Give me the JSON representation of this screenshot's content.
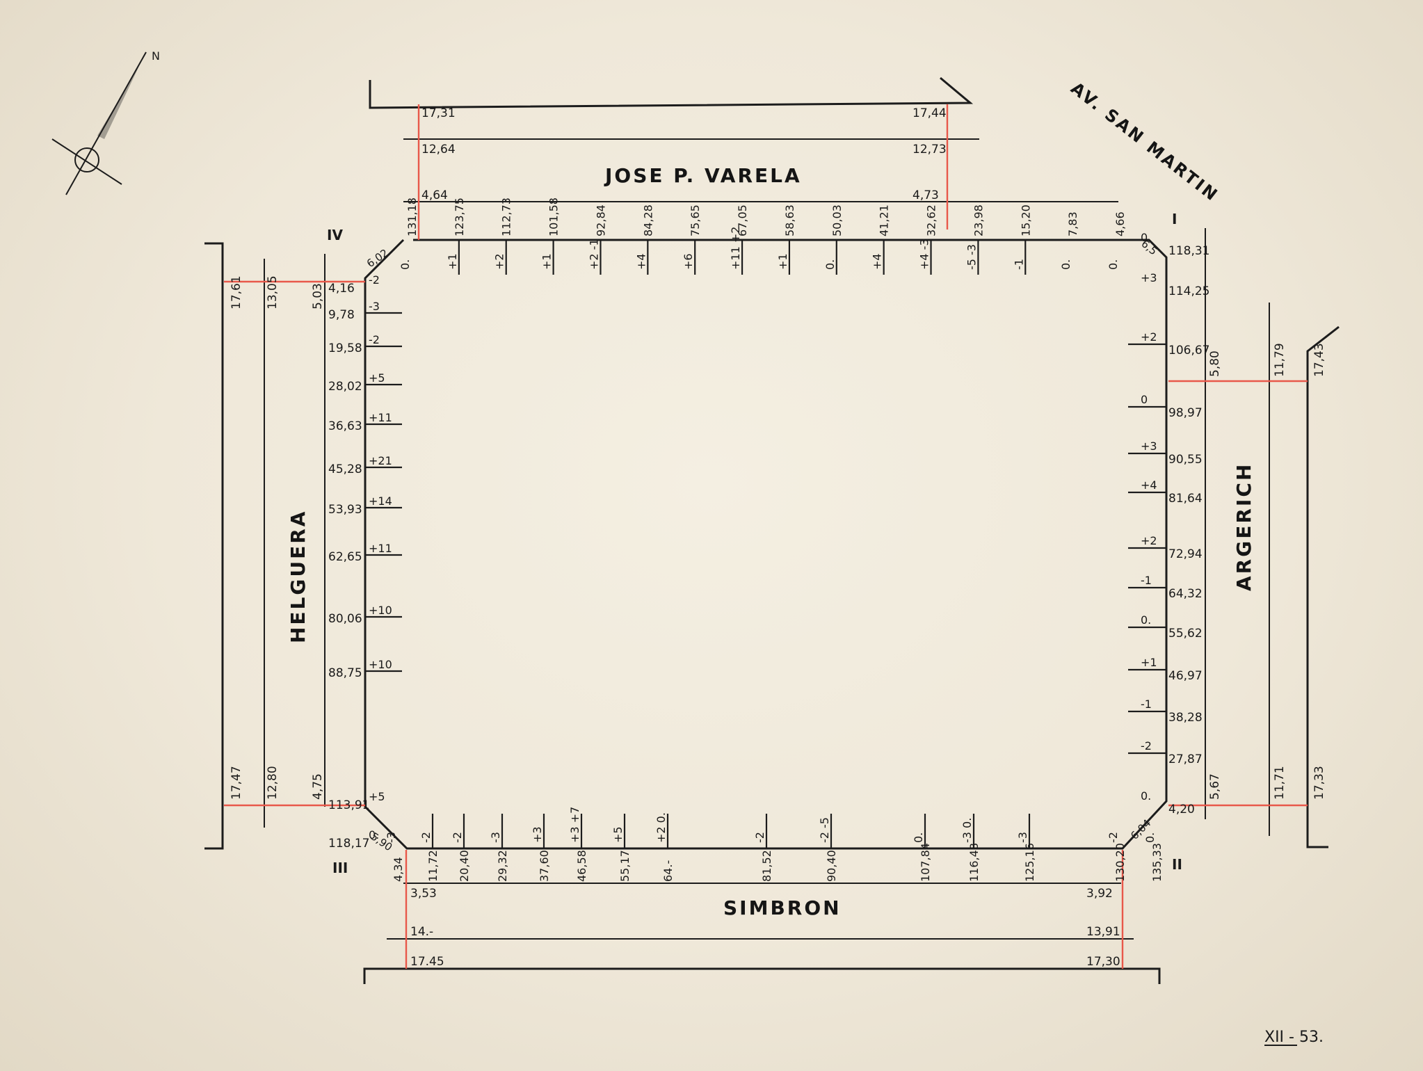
{
  "streets": {
    "top": "JOSE P. VARELA",
    "left": "HELGUERA",
    "right": "ARGERICH",
    "bottom": "SIMBRON",
    "diagonal": "AV. SAN MARTIN"
  },
  "corner_labels": {
    "i": "I",
    "ii": "II",
    "iii": "III",
    "iv": "IV"
  },
  "compass": {
    "north_label": "N"
  },
  "reference": "XII - 53.",
  "top_offsets": [
    {
      "left": "17,31",
      "right": "17,44"
    },
    {
      "left": "12,64",
      "right": "12,73"
    },
    {
      "left": "4,64",
      "right": "4,73"
    }
  ],
  "bottom_offsets": [
    {
      "left": "3,53",
      "right": "3,92"
    },
    {
      "left": "14.-",
      "right": "13,91"
    },
    {
      "left": "17.45",
      "right": "17,30"
    }
  ],
  "left_offsets": [
    {
      "top": "17,61",
      "bottom": "17,47"
    },
    {
      "top": "13,05",
      "bottom": "12,80"
    },
    {
      "top": "5,03",
      "bottom": "4,75"
    }
  ],
  "right_offsets": [
    {
      "top": "5,80",
      "bottom": "5,67"
    },
    {
      "top": "11,79",
      "bottom": "11,71"
    },
    {
      "top": "17,43",
      "bottom": "17,33"
    }
  ],
  "top_stations": [
    {
      "dist": "131,18",
      "h": "0."
    },
    {
      "dist": "123,75",
      "h": "+1"
    },
    {
      "dist": "112,73",
      "h": "+2"
    },
    {
      "dist": "101,58",
      "h": "+1"
    },
    {
      "dist": "92,84",
      "h": "+2 -1"
    },
    {
      "dist": "84,28",
      "h": "+4"
    },
    {
      "dist": "75,65",
      "h": "+6"
    },
    {
      "dist": "67,05",
      "h": "+11 +2"
    },
    {
      "dist": "58,63",
      "h": "+1"
    },
    {
      "dist": "50,03",
      "h": "0."
    },
    {
      "dist": "41,21",
      "h": "+4"
    },
    {
      "dist": "32,62",
      "h": "+4 -3"
    },
    {
      "dist": "23,98",
      "h": "-5 -3"
    },
    {
      "dist": "15,20",
      "h": "-1"
    },
    {
      "dist": "7,83",
      "h": "0."
    },
    {
      "dist": "4,66",
      "h": "0."
    }
  ],
  "left_stations": [
    {
      "dist": "4,16",
      "h": "-2"
    },
    {
      "dist": "9,78",
      "h": "-3"
    },
    {
      "dist": "19,58",
      "h": "-2"
    },
    {
      "dist": "28,02",
      "h": "+5"
    },
    {
      "dist": "36,63",
      "h": "+11"
    },
    {
      "dist": "45,28",
      "h": "+21"
    },
    {
      "dist": "53,93",
      "h": "+14"
    },
    {
      "dist": "62,65",
      "h": "+11"
    },
    {
      "dist": "80,06",
      "h": "+10"
    },
    {
      "dist": "88,75",
      "h": "+10"
    },
    {
      "dist": "113,91",
      "h": "+5"
    },
    {
      "dist": "118,17",
      "h": "0."
    }
  ],
  "right_stations": [
    {
      "dist": "118,31",
      "h": "0."
    },
    {
      "dist": "114,25",
      "h": "+3"
    },
    {
      "dist": "106,67",
      "h": "+2"
    },
    {
      "dist": "98,97",
      "h": "0"
    },
    {
      "dist": "90,55",
      "h": "+3"
    },
    {
      "dist": "81,64",
      "h": "+4"
    },
    {
      "dist": "72,94",
      "h": "+2"
    },
    {
      "dist": "64,32",
      "h": "-1"
    },
    {
      "dist": "55,62",
      "h": "0."
    },
    {
      "dist": "46,97",
      "h": "+1"
    },
    {
      "dist": "38,28",
      "h": "-1"
    },
    {
      "dist": "27,87",
      "h": "-2"
    },
    {
      "dist": "4,20",
      "h": "0."
    }
  ],
  "bottom_stations": [
    {
      "dist": "4,34",
      "h": "-3"
    },
    {
      "dist": "11,72",
      "h": "-2"
    },
    {
      "dist": "20,40",
      "h": "-2"
    },
    {
      "dist": "29,32",
      "h": "-3"
    },
    {
      "dist": "37,60",
      "h": "+3"
    },
    {
      "dist": "46,58",
      "h": "+3 +7"
    },
    {
      "dist": "55,17",
      "h": "+5"
    },
    {
      "dist": "64.-",
      "h": "+2 0."
    },
    {
      "dist": "81,52",
      "h": "-2"
    },
    {
      "dist": "90,40",
      "h": "-2 -5"
    },
    {
      "dist": "107,84",
      "h": "0."
    },
    {
      "dist": "116,48",
      "h": "-3 0."
    },
    {
      "dist": "125,16",
      "h": "-3"
    },
    {
      "dist": "130,20",
      "h": "-2"
    },
    {
      "dist": "135,33",
      "h": "0."
    }
  ],
  "chamfers": {
    "iv": "6,02",
    "iii": "5,90",
    "ii": "6,04",
    "i": "6,5"
  },
  "colors": {
    "ink": "#1c1c1c",
    "red": "#e8584a",
    "paper": "#efe8d9"
  }
}
